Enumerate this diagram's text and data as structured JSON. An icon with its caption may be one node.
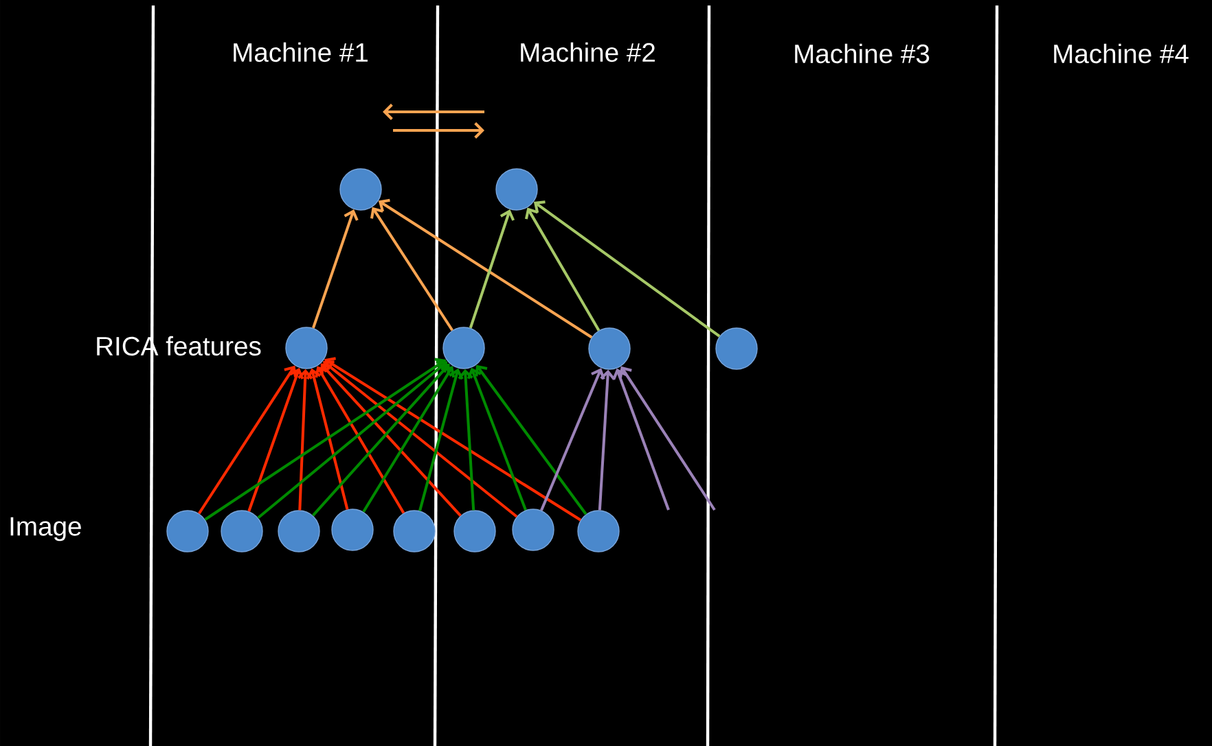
{
  "diagram": {
    "nodes": [
      {
        "text": [],
        "shape": "circle"
      },
      {
        "text": [],
        "shape": "circle"
      },
      {
        "text": [],
        "shape": "circle"
      },
      {
        "text": [],
        "shape": "circle"
      },
      {
        "text": [],
        "shape": "circle"
      },
      {
        "text": [],
        "shape": "circle"
      },
      {
        "text": [],
        "shape": "circle"
      },
      {
        "text": [],
        "shape": "circle"
      },
      {
        "text": [],
        "shape": "circle"
      },
      {
        "text": [],
        "shape": "circle"
      },
      {
        "text": [],
        "shape": "circle"
      },
      {
        "text": [],
        "shape": "circle"
      },
      {
        "text": [],
        "shape": "circle"
      },
      {
        "text": [],
        "shape": "circle"
      }
    ],
    "edges": [
      {
        "from": 2,
        "to": 0,
        "arrow": "to",
        "color": "#f9a451"
      },
      {
        "from": 3,
        "to": 0,
        "arrow": "to",
        "color": "#f9a451"
      },
      {
        "from": 4,
        "to": 0,
        "arrow": "to",
        "color": "#f9a451"
      },
      {
        "from": 3,
        "to": 1,
        "arrow": "to",
        "color": "#a6c867"
      },
      {
        "from": 4,
        "to": 1,
        "arrow": "to",
        "color": "#a6c867"
      },
      {
        "from": 5,
        "to": 1,
        "arrow": "to",
        "color": "#a6c867"
      },
      {
        "from": 6,
        "to": 2,
        "arrow": "to",
        "color": "#ff2a00"
      },
      {
        "from": 7,
        "to": 2,
        "arrow": "to",
        "color": "#ff2a00"
      },
      {
        "from": 8,
        "to": 2,
        "arrow": "to",
        "color": "#ff2a00"
      },
      {
        "from": 9,
        "to": 2,
        "arrow": "to",
        "color": "#ff2a00"
      },
      {
        "from": 10,
        "to": 2,
        "arrow": "to",
        "color": "#ff2a00"
      },
      {
        "from": 11,
        "to": 2,
        "arrow": "to",
        "color": "#ff2a00"
      },
      {
        "from": 12,
        "to": 2,
        "arrow": "to",
        "color": "#ff2a00"
      },
      {
        "from": 13,
        "to": 2,
        "arrow": "to",
        "color": "#ff2a00"
      },
      {
        "from": 6,
        "to": 3,
        "arrow": "to",
        "color": "#008a00"
      },
      {
        "from": 7,
        "to": 3,
        "arrow": "to",
        "color": "#008a00"
      },
      {
        "from": 8,
        "to": 3,
        "arrow": "to",
        "color": "#008a00"
      },
      {
        "from": 9,
        "to": 3,
        "arrow": "to",
        "color": "#008a00"
      },
      {
        "from": 10,
        "to": 3,
        "arrow": "to",
        "color": "#008a00"
      },
      {
        "from": 11,
        "to": 3,
        "arrow": "to",
        "color": "#008a00"
      },
      {
        "from": 12,
        "to": 3,
        "arrow": "to",
        "color": "#008a00"
      },
      {
        "from": 13,
        "to": 3,
        "arrow": "to",
        "color": "#008a00"
      },
      {
        "from": 12,
        "to": 4,
        "arrow": "to",
        "color": "#9b82b8"
      },
      {
        "from": 13,
        "to": 4,
        "arrow": "to",
        "color": "#9b82b8"
      },
      {
        "from": null,
        "to": 4,
        "arrow": "to",
        "color": "#9b82b8"
      },
      {
        "from": null,
        "to": 4,
        "arrow": "to",
        "color": "#9b82b8"
      }
    ],
    "labels": [
      "Machine #1",
      "Machine #2",
      "Machine #3",
      "Machine #4",
      "RICA features",
      "Image"
    ]
  }
}
